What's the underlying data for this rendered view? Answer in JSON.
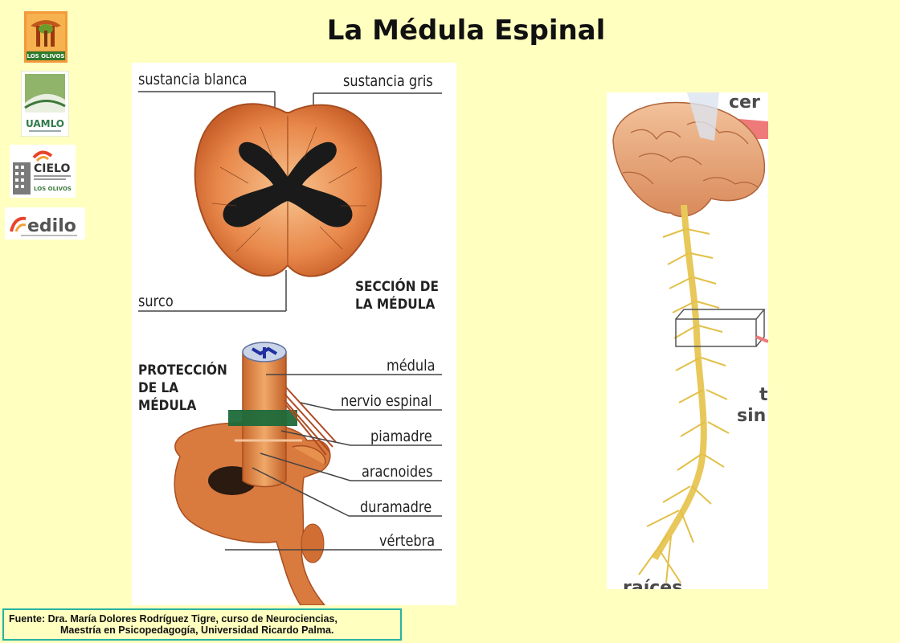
{
  "title": "La Médula Espinal",
  "logos": {
    "los_olivos": "LOS OLIVOS",
    "uamlo": "UAMLO",
    "cielo": "CIELO",
    "cielo_sub": "LOS OLIVOS",
    "edilo": "edilo"
  },
  "section_diagram": {
    "label_white": "sustancia blanca",
    "label_gray": "sustancia gris",
    "label_groove": "surco",
    "heading": "SECCIÓN DE\nLA MÉDULA"
  },
  "protection_diagram": {
    "heading": "PROTECCIÓN\nDE LA\nMÉDULA",
    "labels": [
      "médula",
      "nervio espinal",
      "piamadre",
      "aracnoides",
      "duramadre",
      "vértebra"
    ]
  },
  "right_diagram": {
    "text_top": "cer",
    "text_mid1": "t",
    "text_mid2": "sin",
    "text_bottom": "raíces"
  },
  "source": {
    "line1": "Fuente: Dra. María Dolores Rodríguez Tigre, curso de Neurociencias,",
    "line2": "Maestría en Psicopedagogía, Universidad Ricardo Palma."
  }
}
